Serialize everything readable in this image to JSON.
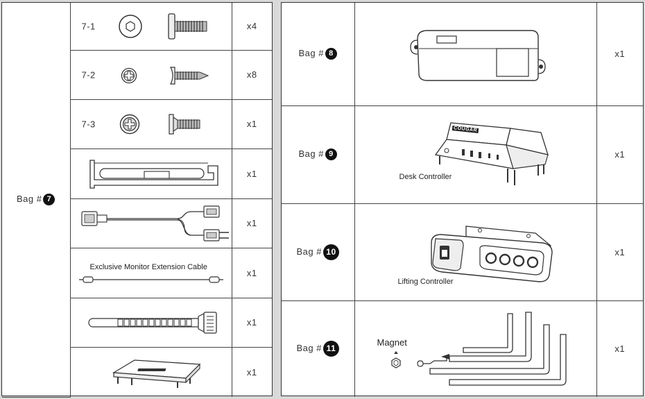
{
  "left": {
    "bag_prefix": "Bag #",
    "bag_number": "7",
    "rows": [
      {
        "code": "7-1",
        "qty": "x4"
      },
      {
        "code": "7-2",
        "qty": "x8"
      },
      {
        "code": "7-3",
        "qty": "x1"
      },
      {
        "code": "",
        "qty": "x1"
      },
      {
        "code": "",
        "qty": "x1"
      },
      {
        "caption": "Exclusive Monitor Extension Cable",
        "qty": "x1"
      },
      {
        "code": "",
        "qty": "x1"
      },
      {
        "code": "",
        "qty": "x1"
      }
    ]
  },
  "right": {
    "rows": [
      {
        "bag_prefix": "Bag #",
        "bag_number": "8",
        "qty": "x1"
      },
      {
        "bag_prefix": "Bag #",
        "bag_number": "9",
        "caption": "Desk Controller",
        "logo": "COUGAR",
        "qty": "x1"
      },
      {
        "bag_prefix": "Bag #",
        "bag_number": "10",
        "caption": "Lifting Controller",
        "qty": "x1"
      },
      {
        "bag_prefix": "Bag #",
        "bag_number": "11",
        "caption": "Magnet",
        "qty": "x1"
      }
    ]
  }
}
